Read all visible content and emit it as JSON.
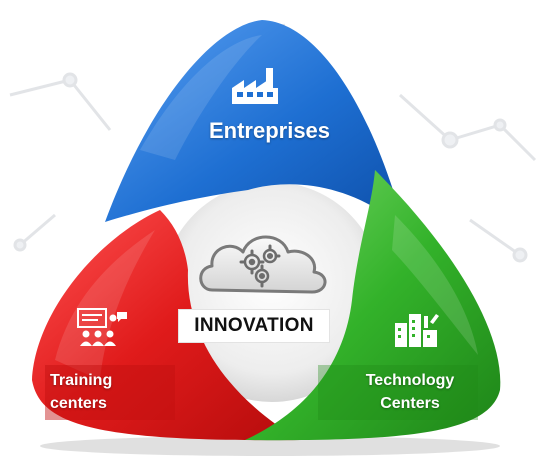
{
  "diagram": {
    "center_label": "INNOVATION",
    "nodes": [
      {
        "label": "Entreprises",
        "color": "#1e6fd2",
        "icon": "factory-icon"
      },
      {
        "label_lines": [
          "Training",
          "centers"
        ],
        "color": "#e01b1b",
        "icon": "presentation-audience-icon"
      },
      {
        "label_lines": [
          "Technology",
          "Centers"
        ],
        "color": "#33b22a",
        "icon": "buildings-icon"
      }
    ],
    "center_icon": "cloud-gears-icon",
    "colors": {
      "blue": "#1e6fd2",
      "red": "#e01b1b",
      "green": "#33b22a",
      "center": "#e6e6e6"
    }
  }
}
